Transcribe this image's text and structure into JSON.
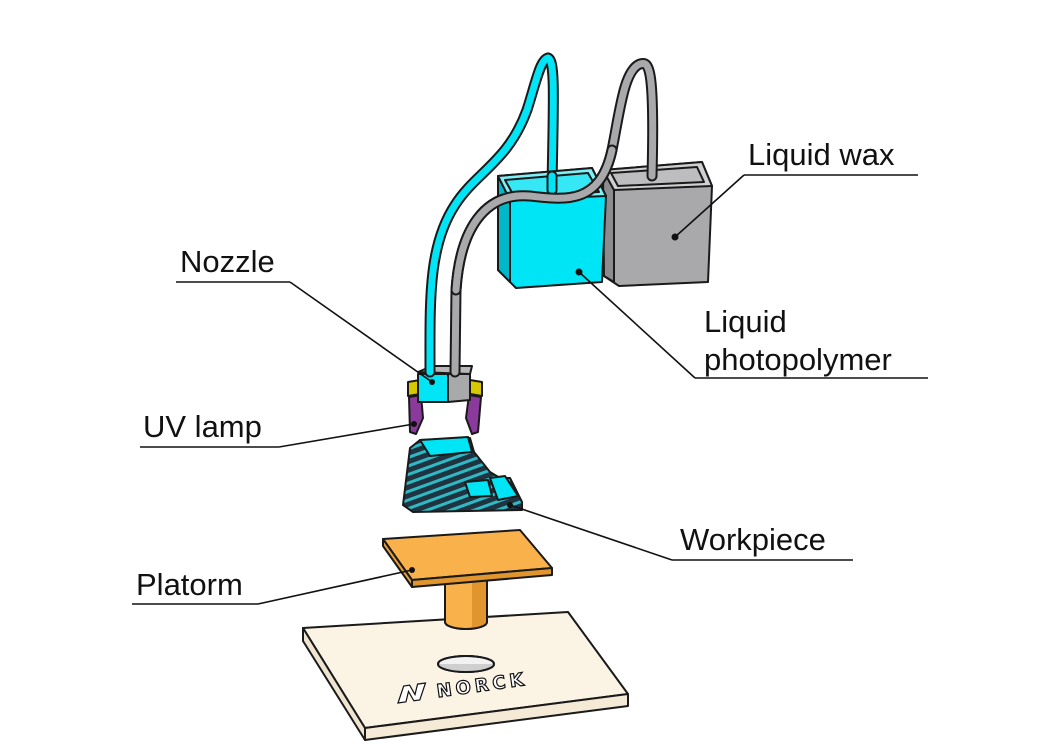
{
  "labels": {
    "nozzle": "Nozzle",
    "liquid_wax": "Liquid wax",
    "liquid_photopolymer_line1": "Liquid",
    "liquid_photopolymer_line2": "photopolymer",
    "uv_lamp": "UV lamp",
    "workpiece": "Workpiece",
    "platform": "Platorm"
  },
  "base_brand": "NORCK",
  "colors": {
    "photopolymer": "#00e5f5",
    "photopolymer_dark": "#00b8c8",
    "wax": "#a9a9ab",
    "wax_dark": "#8c8c8e",
    "platform": "#f9b14b",
    "platform_dark": "#e0952f",
    "base": "#fbf3e4",
    "uv_lamp": "#8a3a9a",
    "lamp_mount": "#d8c800",
    "workpiece_dark": "#1f3440"
  }
}
